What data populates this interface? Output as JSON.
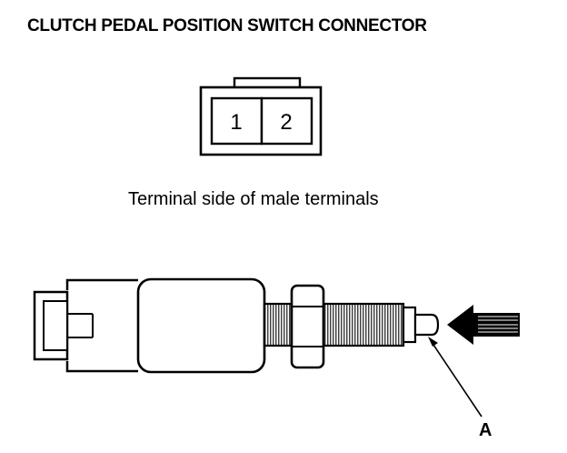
{
  "title": "CLUTCH PEDAL POSITION SWITCH CONNECTOR",
  "connector": {
    "terminals": [
      "1",
      "2"
    ],
    "caption": "Terminal side of male terminals"
  },
  "switch": {
    "callout_label": "A"
  },
  "colors": {
    "line": "#000000",
    "background": "#ffffff"
  }
}
